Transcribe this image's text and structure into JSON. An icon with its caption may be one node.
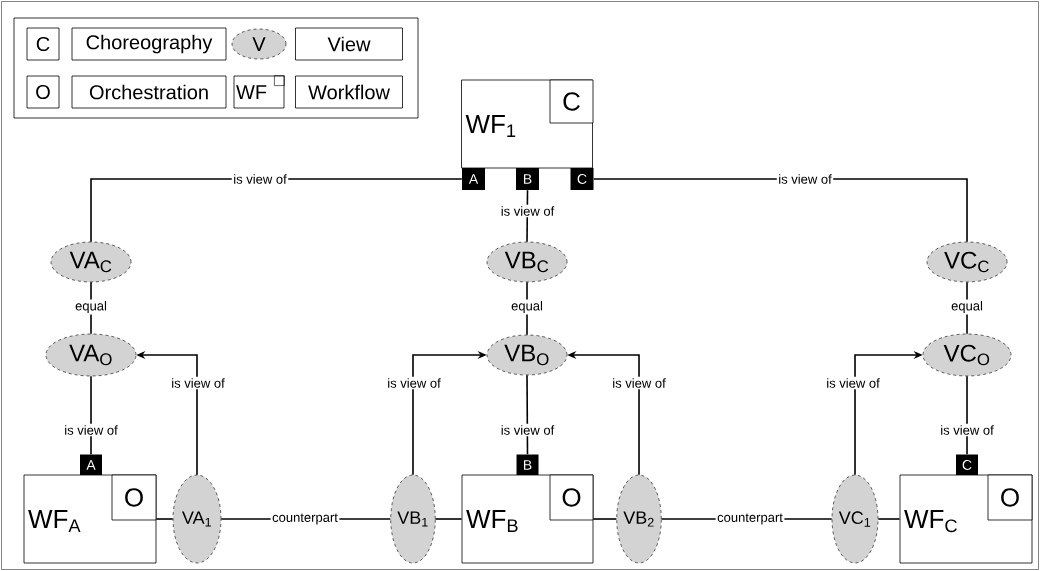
{
  "diagram": {
    "nodes": [
      {
        "text": [],
        "shape": "box"
      },
      {
        "text": [
          "C"
        ],
        "in": 0
      },
      {
        "text": [
          "Choreography"
        ],
        "in": 0
      },
      {
        "text": [
          "V"
        ],
        "in": 0
      },
      {
        "text": [
          "View"
        ],
        "in": 0
      },
      {
        "text": [
          "O"
        ],
        "in": 0
      },
      {
        "text": [
          "Orchestration"
        ],
        "in": 0
      },
      {
        "text": [
          "WF"
        ],
        "in": 0
      },
      {
        "text": [
          "Workflow"
        ],
        "in": 0
      },
      {
        "text": [
          "WF$_{1}$"
        ]
      },
      {
        "text": [
          "C"
        ],
        "in": 9
      },
      {
        "text": [
          "A"
        ]
      },
      {
        "text": [
          "B"
        ]
      },
      {
        "text": [
          "C"
        ]
      },
      {
        "text": [
          "VA$_{C}$"
        ]
      },
      {
        "text": [
          "VB$_{C}$"
        ]
      },
      {
        "text": [
          "VC$_{C}$"
        ]
      },
      {
        "text": [
          "VA$_{O}$"
        ]
      },
      {
        "text": [
          "VB$_{O}$"
        ]
      },
      {
        "text": [
          "VC$_{O}$"
        ]
      },
      {
        "text": [
          "A"
        ]
      },
      {
        "text": [
          "B"
        ]
      },
      {
        "text": [
          "C"
        ]
      },
      {
        "text": [
          "WF$_{A}$"
        ]
      },
      {
        "text": [
          "O"
        ],
        "in": 23
      },
      {
        "text": [
          "VA$_{1}$"
        ]
      },
      {
        "text": [
          "VB$_{1}$"
        ]
      },
      {
        "text": [
          "WF$_{B}$"
        ]
      },
      {
        "text": [
          "O"
        ],
        "in": 27
      },
      {
        "text": [
          "VB$_{2}$"
        ]
      },
      {
        "text": [
          "VC$_{1}$"
        ]
      },
      {
        "text": [
          "WF$_{C}$"
        ]
      },
      {
        "text": [
          "O"
        ],
        "in": 31
      }
    ],
    "edges": [
      {
        "from": 11,
        "to": 14,
        "arrow": "none",
        "label": "is view of"
      },
      {
        "from": 12,
        "to": 15,
        "arrow": "none",
        "label": "is view of"
      },
      {
        "from": 13,
        "to": 16,
        "arrow": "none",
        "label": "is view of"
      },
      {
        "from": 14,
        "to": 17,
        "arrow": "none",
        "label": "equal"
      },
      {
        "from": 15,
        "to": 18,
        "arrow": "none",
        "label": "equal"
      },
      {
        "from": 16,
        "to": 19,
        "arrow": "none",
        "label": "equal"
      },
      {
        "from": 17,
        "to": 20,
        "arrow": "none",
        "label": "is view of"
      },
      {
        "from": 18,
        "to": 21,
        "arrow": "none",
        "label": "is view of"
      },
      {
        "from": 19,
        "to": 22,
        "arrow": "none",
        "label": "is view of"
      },
      {
        "from": 25,
        "to": 17,
        "arrow": "to",
        "label": "is view of"
      },
      {
        "from": 26,
        "to": 18,
        "arrow": "to",
        "label": "is view of"
      },
      {
        "from": 29,
        "to": 18,
        "arrow": "to",
        "label": "is view of"
      },
      {
        "from": 30,
        "to": 19,
        "arrow": "to",
        "label": "is view of"
      },
      {
        "from": 23,
        "to": 25,
        "arrow": "none"
      },
      {
        "from": 25,
        "to": 26,
        "arrow": "none",
        "label": "counterpart"
      },
      {
        "from": 26,
        "to": 27,
        "arrow": "none"
      },
      {
        "from": 27,
        "to": 29,
        "arrow": "none"
      },
      {
        "from": 29,
        "to": 30,
        "arrow": "none",
        "label": "counterpart"
      },
      {
        "from": 30,
        "to": 31,
        "arrow": "none"
      }
    ]
  }
}
